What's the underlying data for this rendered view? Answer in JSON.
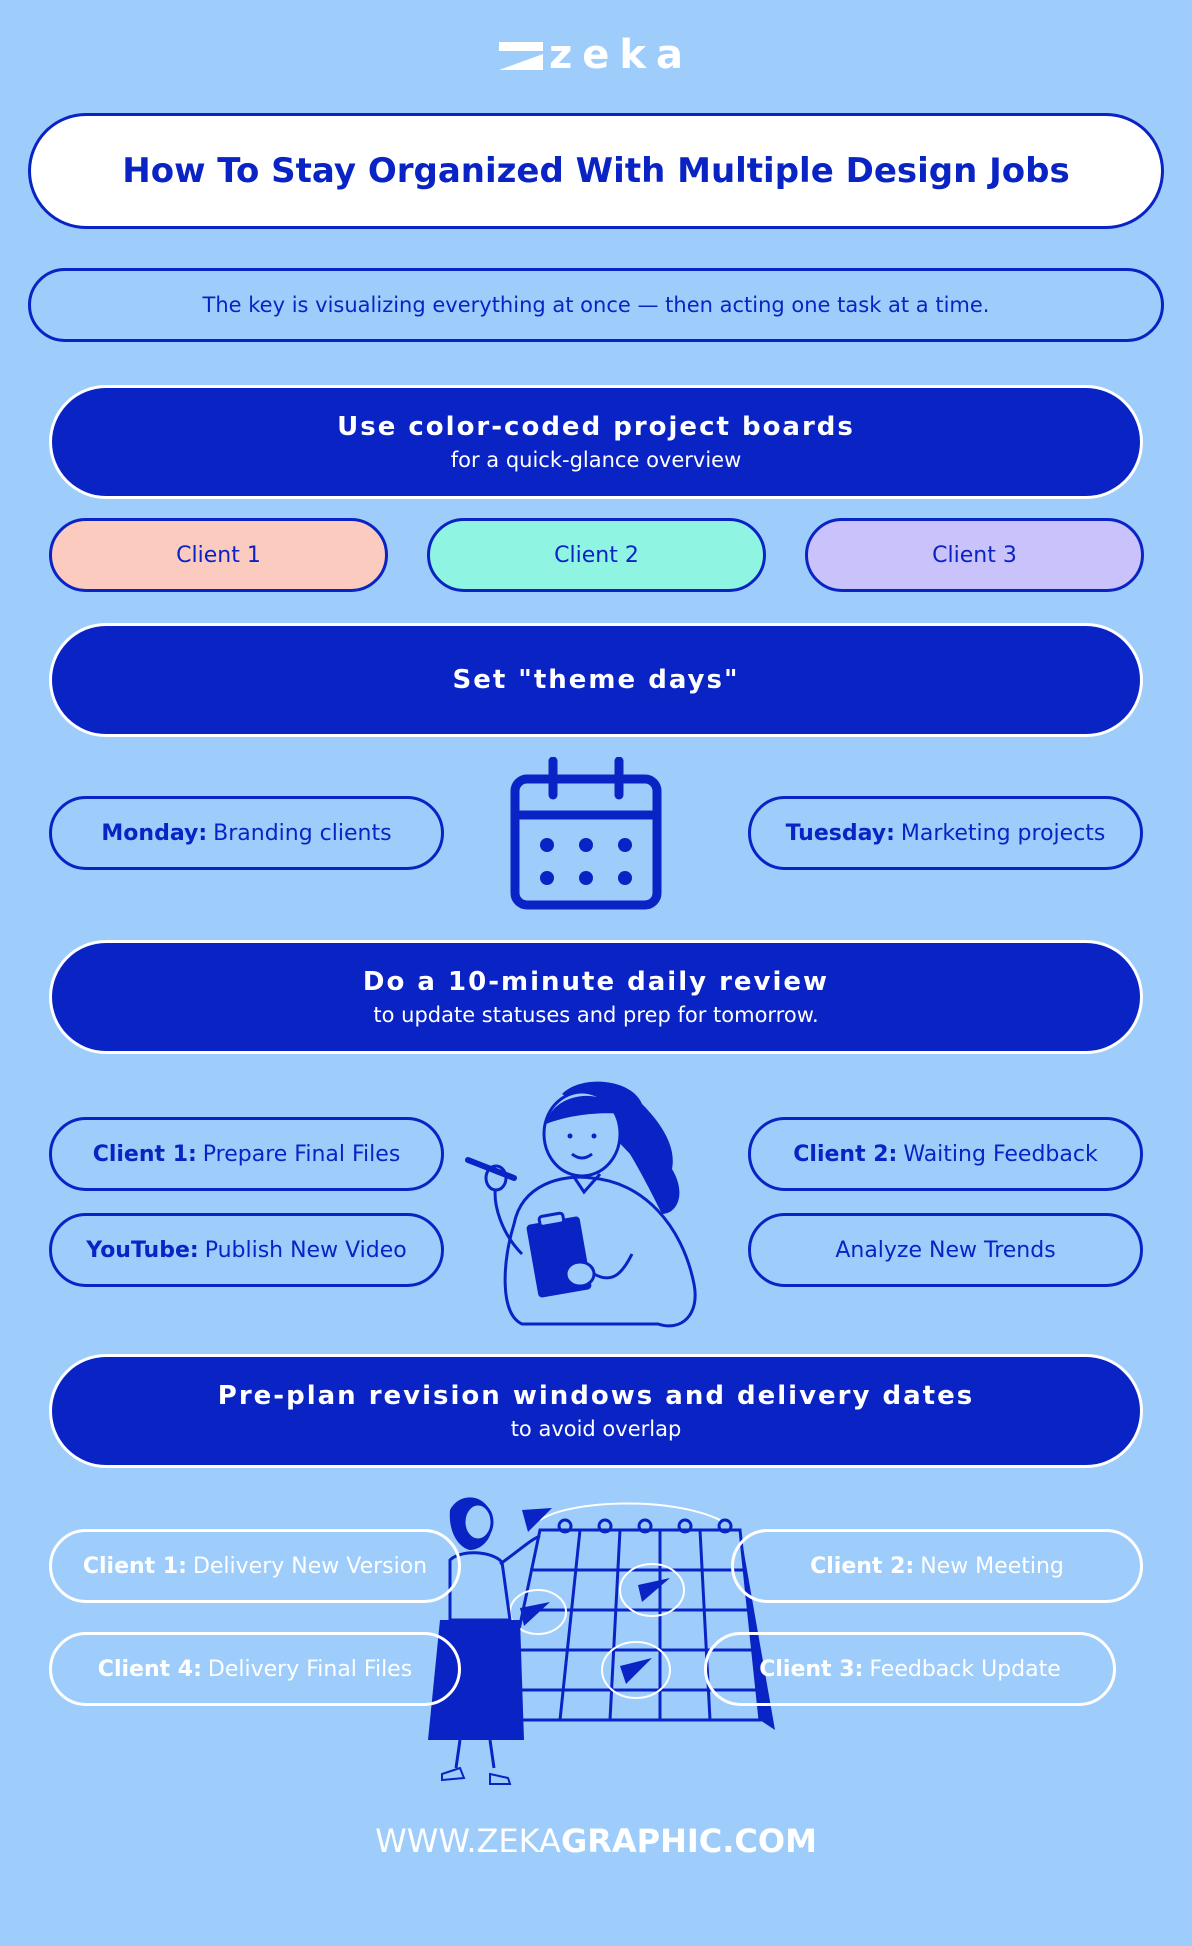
{
  "brand": {
    "logo": "zeka"
  },
  "title": "How To Stay Organized With Multiple Design Jobs",
  "subtitle": "The key is visualizing everything at once — then acting one task at a time.",
  "sections": [
    {
      "heading": "Use color-coded project boards",
      "sub": "for a quick-glance overview"
    },
    {
      "heading": "Set \"theme days\""
    },
    {
      "heading": "Do a 10-minute daily review",
      "sub": "to update statuses and prep for tomorrow."
    },
    {
      "heading": "Pre-plan revision windows and delivery dates",
      "sub": "to avoid overlap"
    }
  ],
  "clients": [
    {
      "label": "Client 1",
      "color": "#fbcbbf"
    },
    {
      "label": "Client 2",
      "color": "#8ff5e2"
    },
    {
      "label": "Client 3",
      "color": "#c9c2fb"
    }
  ],
  "theme_days": [
    {
      "day": "Monday:",
      "text": "Branding clients"
    },
    {
      "day": "Tuesday:",
      "text": "Marketing projects"
    }
  ],
  "daily_tasks": [
    {
      "bold": "Client 1:",
      "text": "Prepare Final Files"
    },
    {
      "bold": "YouTube:",
      "text": "Publish New Video"
    },
    {
      "bold": "Client 2:",
      "text": "Waiting Feedback"
    },
    {
      "bold": "",
      "text": "Analyze New Trends"
    }
  ],
  "deliveries": [
    {
      "bold": "Client 1:",
      "text": "Delivery New Version"
    },
    {
      "bold": "Client 4:",
      "text": "Delivery Final Files"
    },
    {
      "bold": "Client 2:",
      "text": "New Meeting"
    },
    {
      "bold": "Client 3:",
      "text": "Feedback Update"
    }
  ],
  "footer": {
    "light": "WWW.ZEKA",
    "bold": "GRAPHIC.COM"
  },
  "colors": {
    "background": "#9ecdfb",
    "primary": "#0a23c4",
    "white": "#ffffff"
  },
  "icons": [
    "calendar-icon",
    "woman-with-clipboard-illustration",
    "woman-with-calendar-illustration"
  ]
}
